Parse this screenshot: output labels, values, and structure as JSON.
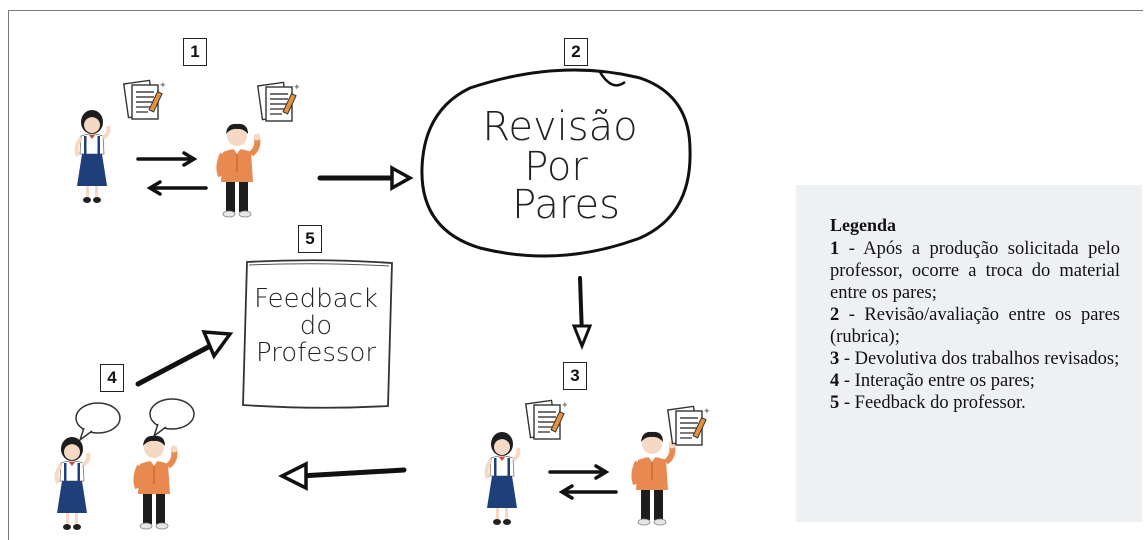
{
  "steps": {
    "s1": "1",
    "s2": "2",
    "s3": "3",
    "s4": "4",
    "s5": "5"
  },
  "cloud_text": [
    "Revisão",
    "Por",
    "Pares"
  ],
  "feedback_text": [
    "Feedback",
    "do",
    "Professor"
  ],
  "legend": {
    "title": "Legenda",
    "items": [
      {
        "num": "1",
        "text": " - Após a produção solicitada pelo professor, ocorre a troca do material entre os pares;"
      },
      {
        "num": "2",
        "text": " - Revisão/avaliação entre os pares (rubrica);"
      },
      {
        "num": "3",
        "text": " - Devolutiva dos trabalhos revisados;"
      },
      {
        "num": "4",
        "text": " - Interação entre os pares;"
      },
      {
        "num": "5",
        "text": " - Feedback do professor."
      }
    ]
  },
  "colors": {
    "girl_skirt": "#1f3f7a",
    "boy_shirt": "#e88a4f",
    "legend_bg": "#eef0f4"
  }
}
